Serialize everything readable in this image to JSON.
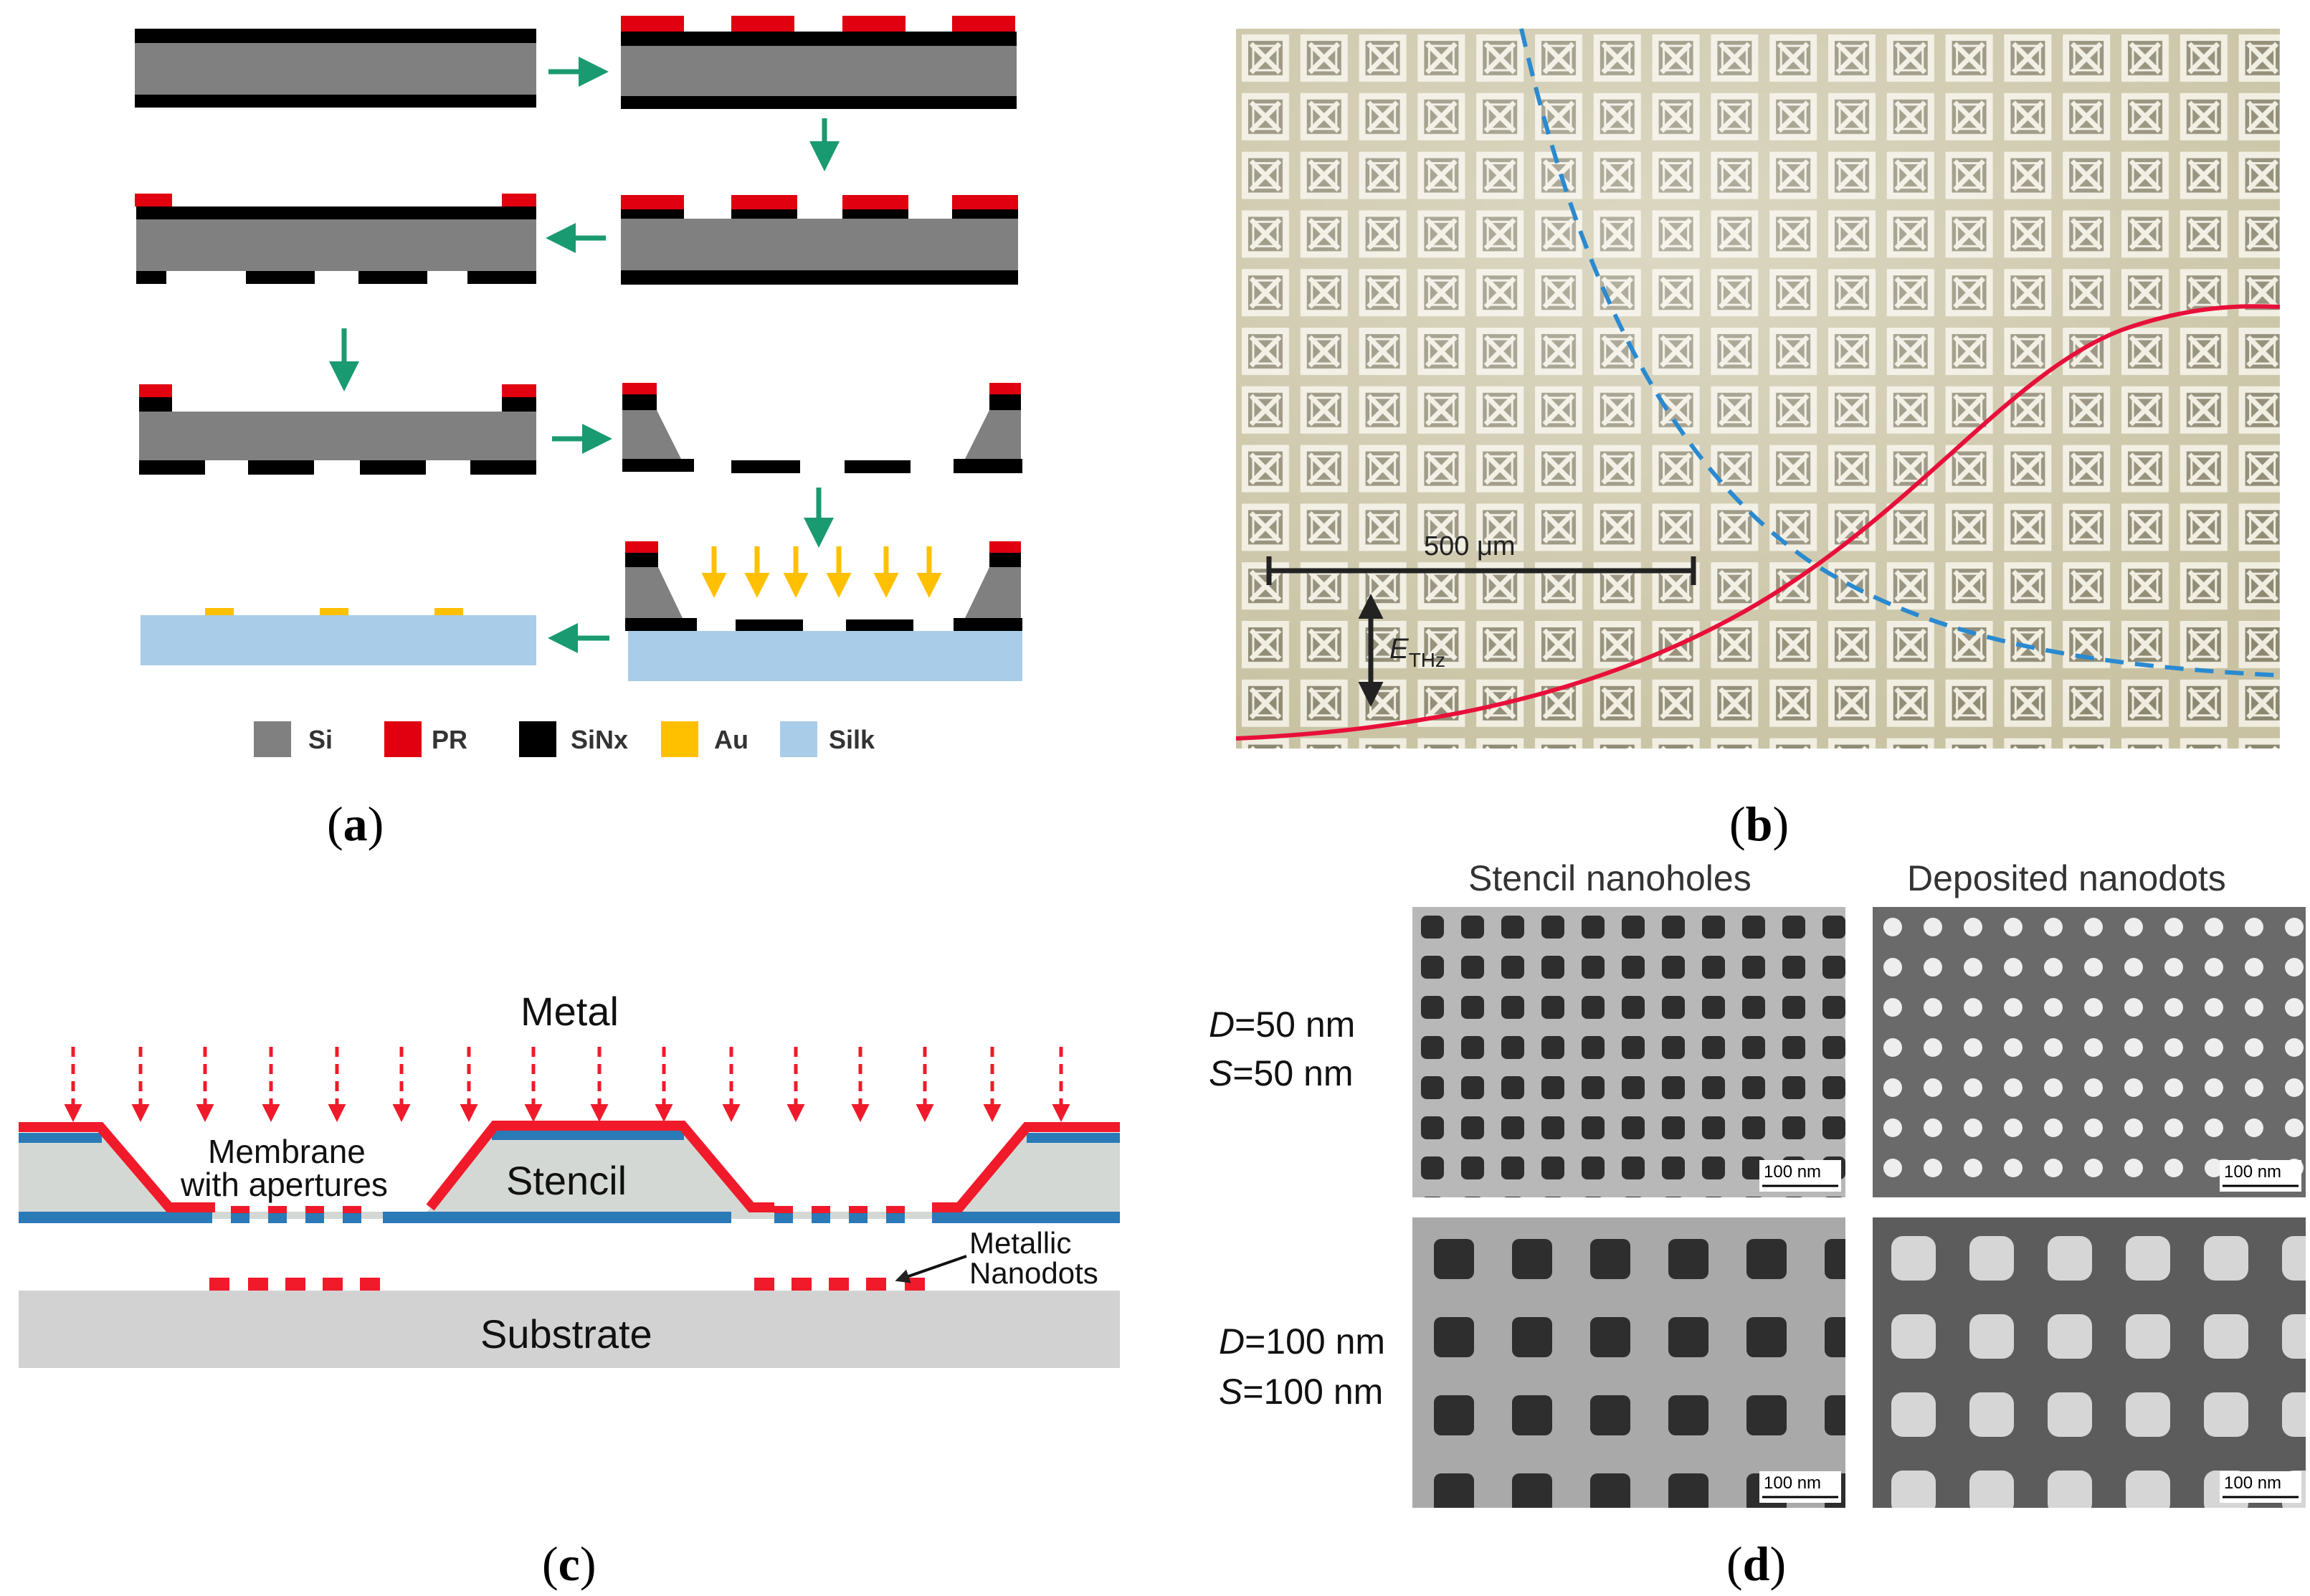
{
  "panel_labels": {
    "a": "a",
    "b": "b",
    "c": "c",
    "d": "d"
  },
  "panel_a": {
    "legend": [
      {
        "label": "Si",
        "color": "#808080"
      },
      {
        "label": "PR",
        "color": "#e00010"
      },
      {
        "label": "SiNx",
        "color": "#000000"
      },
      {
        "label": "Au",
        "color": "#ffc000"
      },
      {
        "label": "Silk",
        "color": "#a9cde8"
      }
    ],
    "arrow_color": "#1a9a70"
  },
  "panel_b": {
    "scale_bar": "500 μm",
    "field_label_main": "E",
    "field_label_sub": "THz",
    "curve_colors": {
      "solid": "#e8103a",
      "dashed": "#2a8ad0"
    }
  },
  "panel_c": {
    "title": "Metal",
    "membrane_line1": "Membrane",
    "membrane_line2": "with apertures",
    "stencil": "Stencil",
    "nanodots_line1": "Metallic",
    "nanodots_line2": "Nanodots",
    "substrate": "Substrate",
    "metal_color": "#f01a2a"
  },
  "panel_d": {
    "col1": "Stencil nanoholes",
    "col2": "Deposited nanodots",
    "rows": [
      {
        "d_var": "D",
        "d_text": "=50 nm",
        "s_var": "S",
        "s_text": "=50 nm"
      },
      {
        "d_var": "D",
        "d_text": "=100 nm",
        "s_var": "S",
        "s_text": "=100 nm"
      }
    ],
    "scale": "100 nm"
  }
}
